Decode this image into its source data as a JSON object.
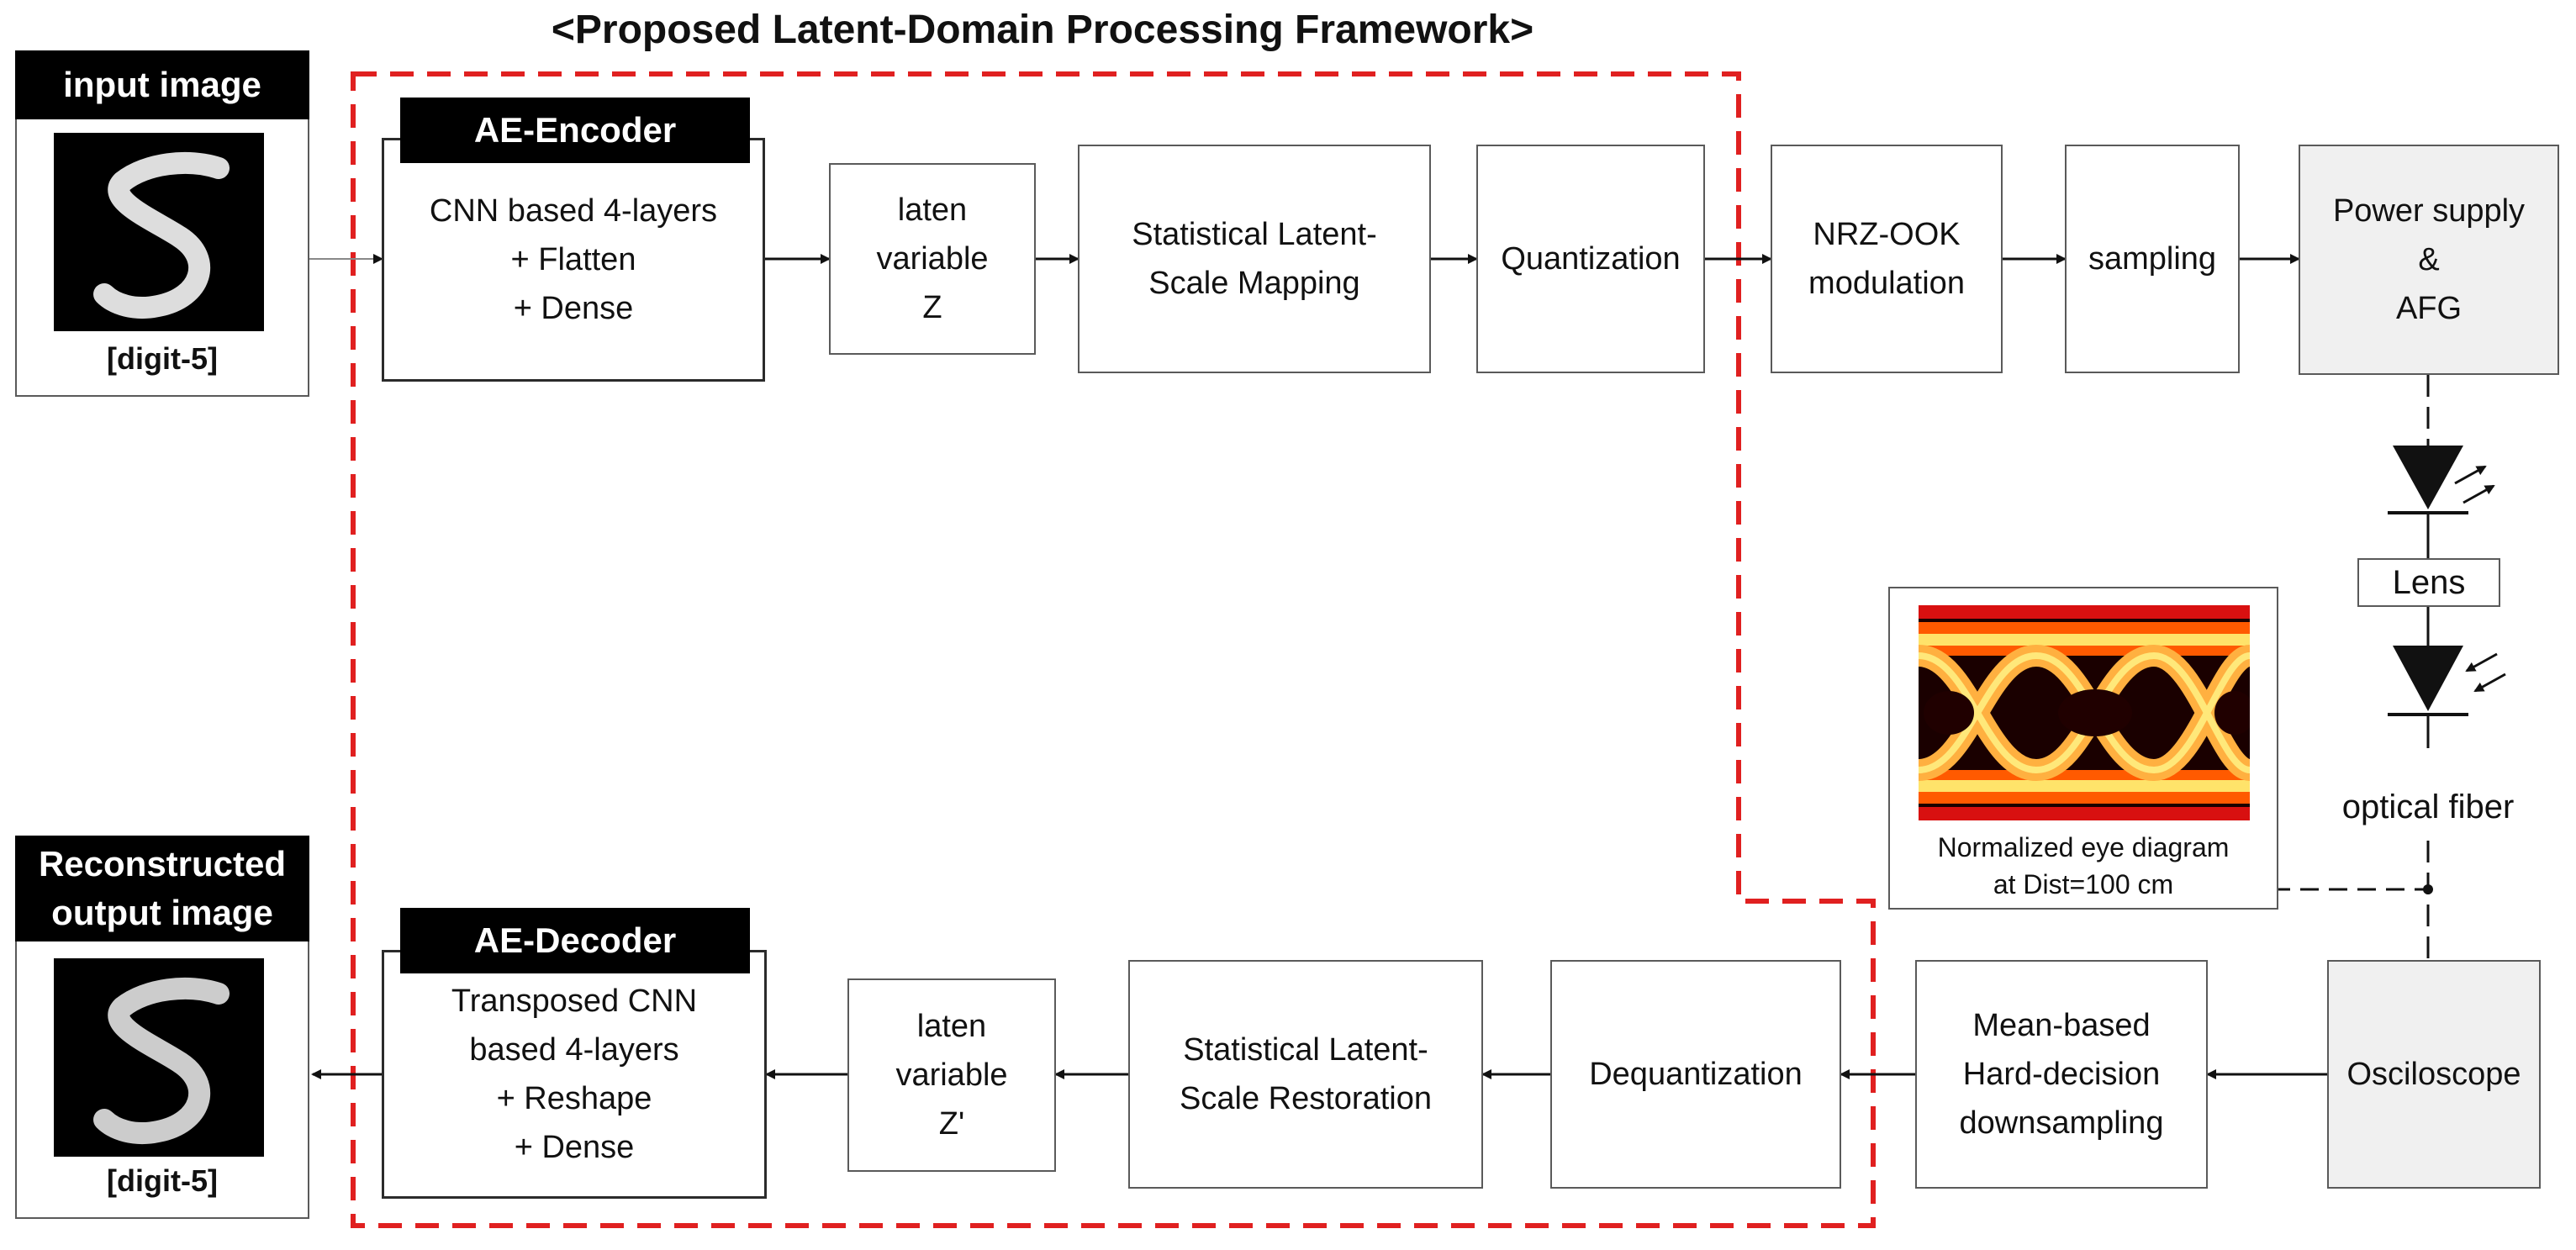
{
  "title": "<Proposed Latent-Domain Processing Framework>",
  "input_panel": {
    "header": "input image",
    "caption": "[digit-5]"
  },
  "output_panel": {
    "header": "Reconstructed\noutput image",
    "caption": "[digit-5]"
  },
  "encoder": {
    "tag": "AE-Encoder",
    "text": "CNN based 4-layers\n+ Flatten\n+ Dense"
  },
  "decoder": {
    "tag": "AE-Decoder",
    "text": "Transposed CNN\nbased 4-layers\n+ Reshape\n+ Dense"
  },
  "top_row": {
    "latent": "laten\nvariable\nZ",
    "mapping": "Statistical Latent-\nScale Mapping",
    "quantization": "Quantization",
    "modulation": "NRZ-OOK\nmodulation",
    "sampling": "sampling",
    "power": "Power supply\n&\nAFG"
  },
  "bottom_row": {
    "latent": "laten\nvariable\nZ'",
    "restoration": "Statistical Latent-\nScale Restoration",
    "dequantization": "Dequantization",
    "downsampling": "Mean-based\nHard-decision\ndownsampling",
    "oscilloscope": "Osciloscope"
  },
  "optical": {
    "lens": "Lens",
    "fiber": "optical fiber"
  },
  "eye_diagram": {
    "caption": "Normalized eye diagram\nat Dist=100 cm"
  },
  "colors": {
    "framework_border": "#e02020",
    "box_border": "#5a5a5a",
    "gray_fill": "#f0f0f0"
  }
}
